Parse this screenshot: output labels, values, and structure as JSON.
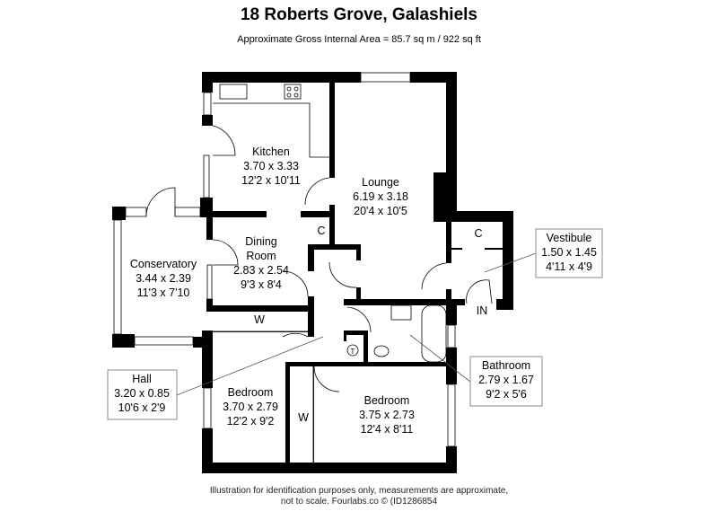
{
  "header": {
    "title": "18 Roberts Grove, Galashiels",
    "area": "Approximate Gross Internal Area = 85.7 sq m / 922 sq ft"
  },
  "rooms": {
    "kitchen": {
      "name": "Kitchen",
      "metric": "3.70 x 3.33",
      "imperial": "12'2 x 10'11"
    },
    "lounge": {
      "name": "Lounge",
      "metric": "6.19 x 3.18",
      "imperial": "20'4 x 10'5"
    },
    "dining": {
      "name1": "Dining",
      "name2": "Room",
      "metric": "2.83 x 2.54",
      "imperial": "9'3 x 8'4"
    },
    "conservatory": {
      "name": "Conservatory",
      "metric": "3.44 x 2.39",
      "imperial": "11'3 x 7'10"
    },
    "vestibule": {
      "name": "Vestibule",
      "metric": "1.50 x 1.45",
      "imperial": "4'11 x 4'9"
    },
    "hall": {
      "name": "Hall",
      "metric": "3.20 x 0.85",
      "imperial": "10'6 x 2'9"
    },
    "bathroom": {
      "name": "Bathroom",
      "metric": "2.79 x 1.67",
      "imperial": "9'2 x 5'6"
    },
    "bedroom1": {
      "name": "Bedroom",
      "metric": "3.70 x 2.79",
      "imperial": "12'2 x 9'2"
    },
    "bedroom2": {
      "name": "Bedroom",
      "metric": "3.75 x 2.73",
      "imperial": "12'4 x 8'11"
    }
  },
  "markers": {
    "cupboard": "C",
    "wardrobe": "W",
    "entrance": "IN",
    "tank": "T"
  },
  "footer": {
    "line1": "Illustration for identification purposes only, measurements are approximate,",
    "line2": "not to scale. Fourlabs.co © (ID1286854"
  }
}
